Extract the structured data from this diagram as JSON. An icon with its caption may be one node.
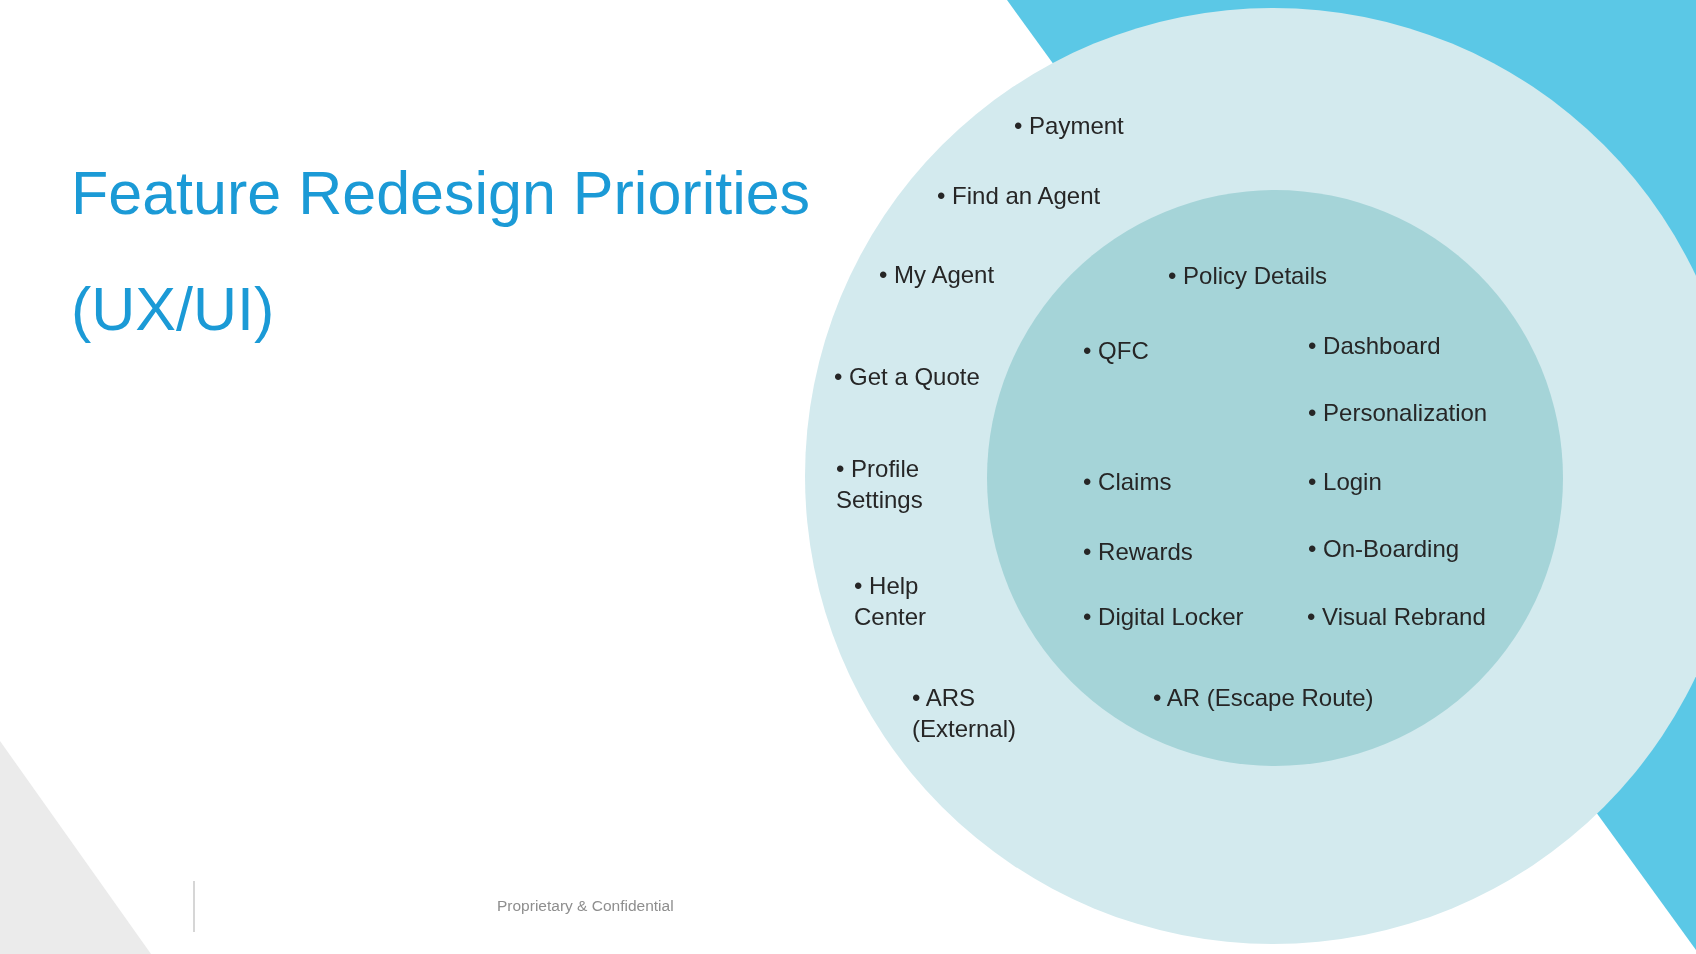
{
  "diagram": {
    "title": "Feature Redesign Priorities (UX/UI)",
    "nodes": [
      {
        "text": [
          "• Payment",
          "• Find an Agent",
          "• My Agent",
          "• Get a Quote",
          "• Profile Settings",
          "• Help Center",
          "• ARS (External)"
        ]
      },
      {
        "text": [
          "• Policy Details",
          "• QFC",
          "• Dashboard",
          "• Personalization",
          "• Claims",
          "• Login",
          "• Rewards",
          "• On-Boarding",
          "• Digital Locker",
          "• Visual Rebrand",
          "• AR (Escape Route)"
        ],
        "in": 0
      }
    ],
    "labels": [
      "Proprietary & Confidential"
    ]
  }
}
